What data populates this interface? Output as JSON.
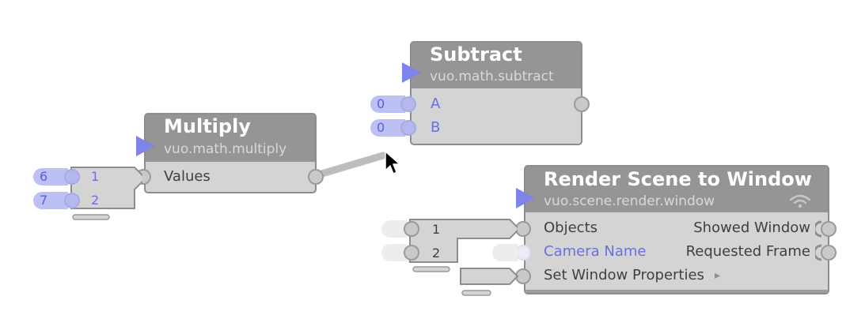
{
  "nodes": {
    "subtract": {
      "title": "Subtract",
      "class_name": "vuo.math.subtract",
      "inputs": [
        {
          "label": "A",
          "value": "0"
        },
        {
          "label": "B",
          "value": "0"
        }
      ]
    },
    "multiply": {
      "title": "Multiply",
      "class_name": "vuo.math.multiply",
      "inputs": [
        {
          "label": "Values"
        }
      ],
      "list_items": [
        "1",
        "2"
      ],
      "list_values": [
        "6",
        "7"
      ]
    },
    "render": {
      "title": "Render Scene to Window",
      "class_name": "vuo.scene.render.window",
      "inputs": [
        {
          "label": "Objects"
        },
        {
          "label": "Camera Name"
        },
        {
          "label": "Set Window Properties"
        }
      ],
      "outputs": [
        {
          "label": "Showed Window"
        },
        {
          "label": "Requested Frame"
        }
      ],
      "list_items": [
        "1",
        "2"
      ],
      "more_glyph": "▸"
    }
  },
  "colors": {
    "node_body": "#d4d4d4",
    "node_header": "#959595",
    "port_accent": "#7e84e8",
    "cable": "#bdbdbd"
  },
  "icons": {
    "wireless": "wifi-icon",
    "cursor": "mouse-pointer-icon"
  }
}
